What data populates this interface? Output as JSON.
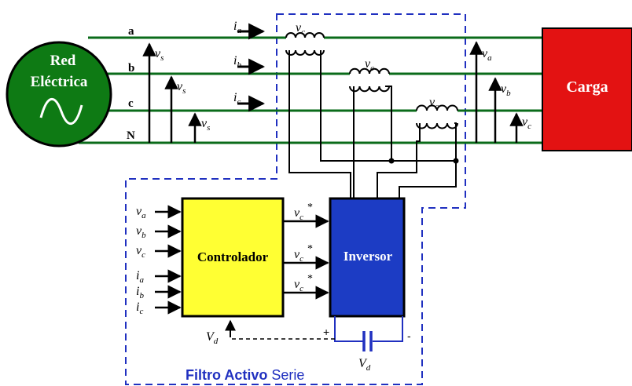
{
  "source": {
    "title": "Red",
    "title2": "Eléctrica"
  },
  "load": {
    "label": "Carga"
  },
  "lines": [
    "a",
    "b",
    "c",
    "N"
  ],
  "currents": [
    {
      "sym": "i",
      "sub": "a"
    },
    {
      "sym": "i",
      "sub": "b"
    },
    {
      "sym": "i",
      "sub": "c"
    }
  ],
  "source_voltages": [
    {
      "sym": "v",
      "sub": "s"
    },
    {
      "sym": "v",
      "sub": "s"
    },
    {
      "sym": "v",
      "sub": "s"
    }
  ],
  "transformer_voltages": [
    {
      "sym": "v",
      "sub": "c"
    },
    {
      "sym": "v",
      "sub": "c"
    },
    {
      "sym": "v",
      "sub": "c"
    }
  ],
  "load_voltages": [
    {
      "sym": "v",
      "sub": "a"
    },
    {
      "sym": "v",
      "sub": "b"
    },
    {
      "sym": "v",
      "sub": "c"
    }
  ],
  "controller": {
    "label": "Controlador",
    "inputs": [
      {
        "sym": "v",
        "sub": "a"
      },
      {
        "sym": "v",
        "sub": "b"
      },
      {
        "sym": "v",
        "sub": "c"
      },
      {
        "sym": "i",
        "sub": "a"
      },
      {
        "sym": "i",
        "sub": "b"
      },
      {
        "sym": "i",
        "sub": "c"
      }
    ],
    "outputs": [
      {
        "sym": "v",
        "sub": "c",
        "sup": "*"
      },
      {
        "sym": "v",
        "sub": "c",
        "sup": "*"
      },
      {
        "sym": "v",
        "sub": "c",
        "sup": "*"
      }
    ],
    "feedback": {
      "sym": "V",
      "sub": "d"
    }
  },
  "inverter": {
    "label": "Inversor"
  },
  "capacitor": {
    "sym": "V",
    "sub": "d",
    "plus": "+",
    "minus": "-"
  },
  "filter_title": {
    "bold": "Filtro Activo",
    "normal": "Serie"
  },
  "colors": {
    "line": "#0a6b1a",
    "source": "#0e7a14",
    "load": "#e31212",
    "controller": "#ffff33",
    "inverter": "#1c3cc4",
    "filter_border": "#2030c0",
    "filter_title": "#2030c0",
    "capacitor": "#2030c0"
  }
}
